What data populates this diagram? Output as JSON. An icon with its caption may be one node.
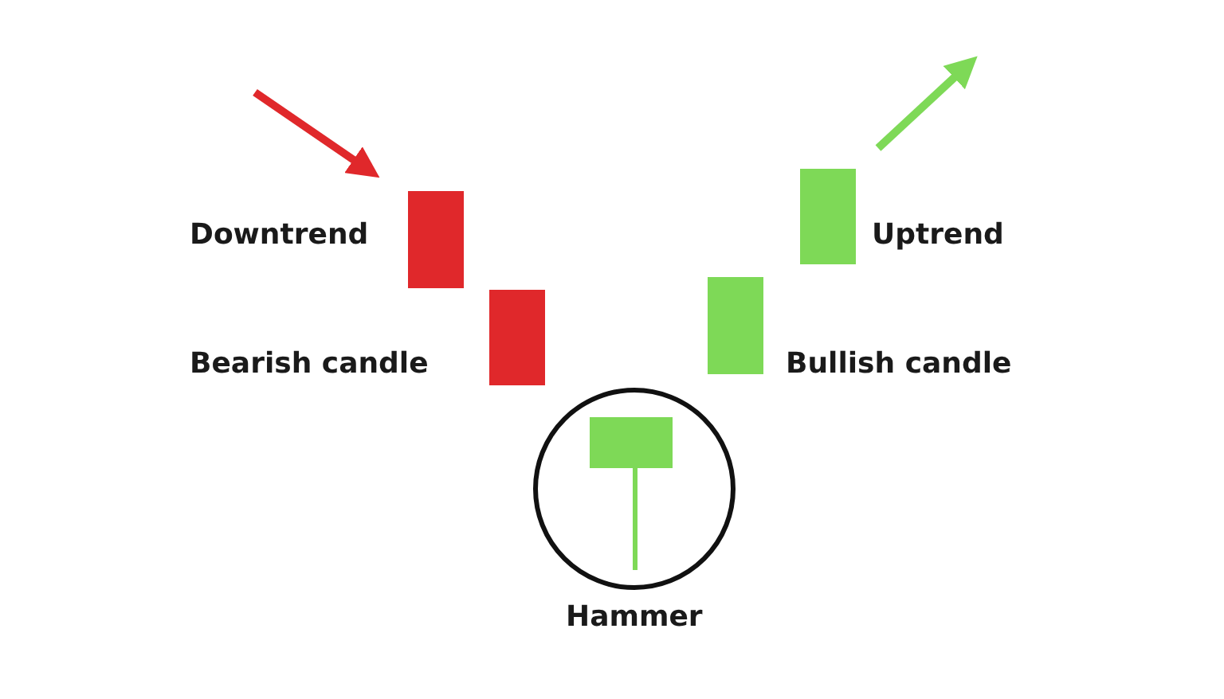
{
  "diagram": {
    "labels": [
      "Downtrend",
      "Uptrend",
      "Bearish candle",
      "Bullish candle",
      "Hammer"
    ]
  }
}
